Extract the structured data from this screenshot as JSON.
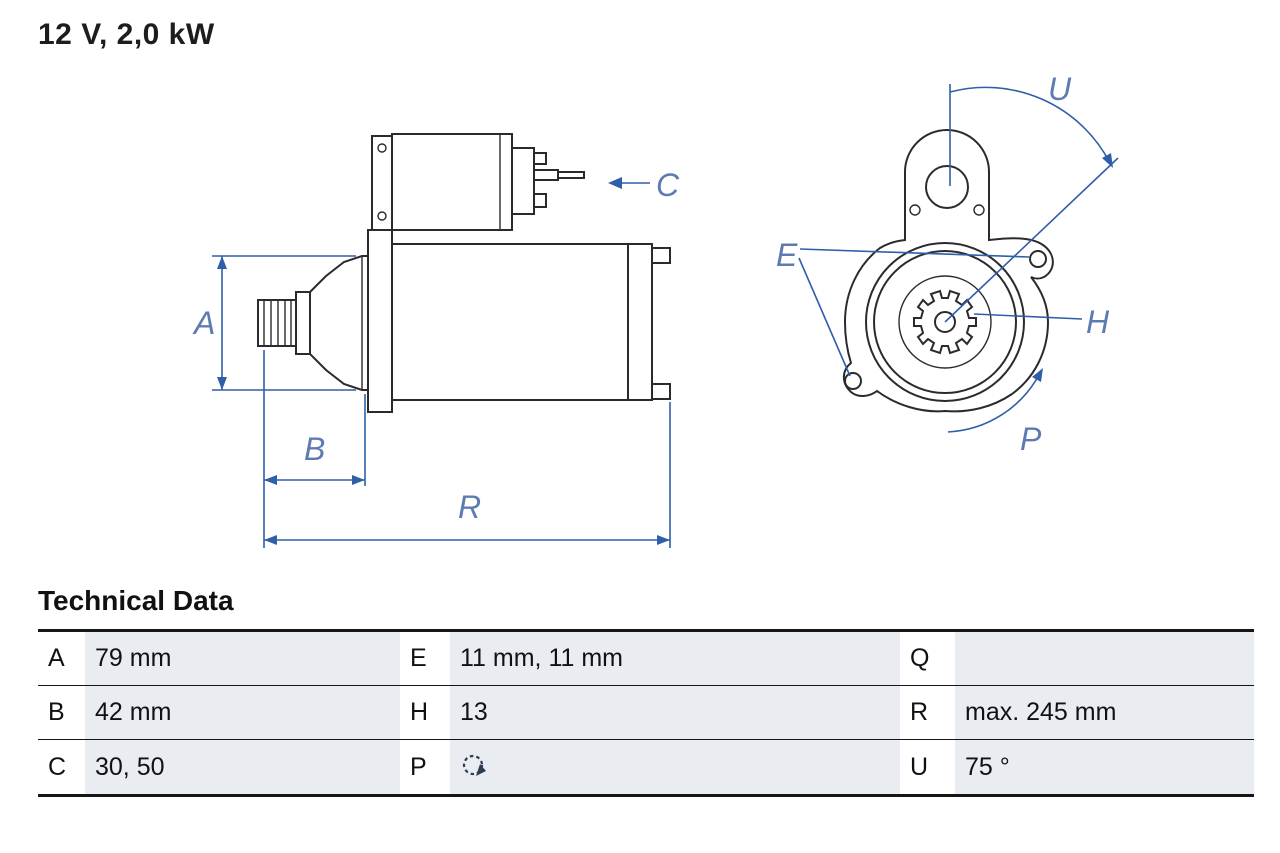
{
  "title": "12 V, 2,0 kW",
  "colors": {
    "drawing_line": "#2b2b2f",
    "dimension_line": "#2f5fa8",
    "dimension_label": "#5d7bb0",
    "table_shade": "#e9edf2",
    "table_border": "#161616",
    "text": "#111111"
  },
  "diagram": {
    "labels": {
      "A": "A",
      "B": "B",
      "C": "C",
      "E": "E",
      "H": "H",
      "P": "P",
      "R": "R",
      "U": "U"
    }
  },
  "technical_data": {
    "heading": "Technical Data",
    "rows": [
      {
        "cells": [
          {
            "key": "A",
            "value": "79 mm"
          },
          {
            "key": "E",
            "value": "11 mm, 11 mm"
          },
          {
            "key": "Q",
            "value": ""
          }
        ]
      },
      {
        "cells": [
          {
            "key": "B",
            "value": "42 mm"
          },
          {
            "key": "H",
            "value": "13"
          },
          {
            "key": "R",
            "value": "max. 245 mm"
          }
        ]
      },
      {
        "cells": [
          {
            "key": "C",
            "value": "30, 50"
          },
          {
            "key": "P",
            "value": "",
            "icon": "rotation-clockwise-icon"
          },
          {
            "key": "U",
            "value": "75 °"
          }
        ]
      }
    ]
  }
}
